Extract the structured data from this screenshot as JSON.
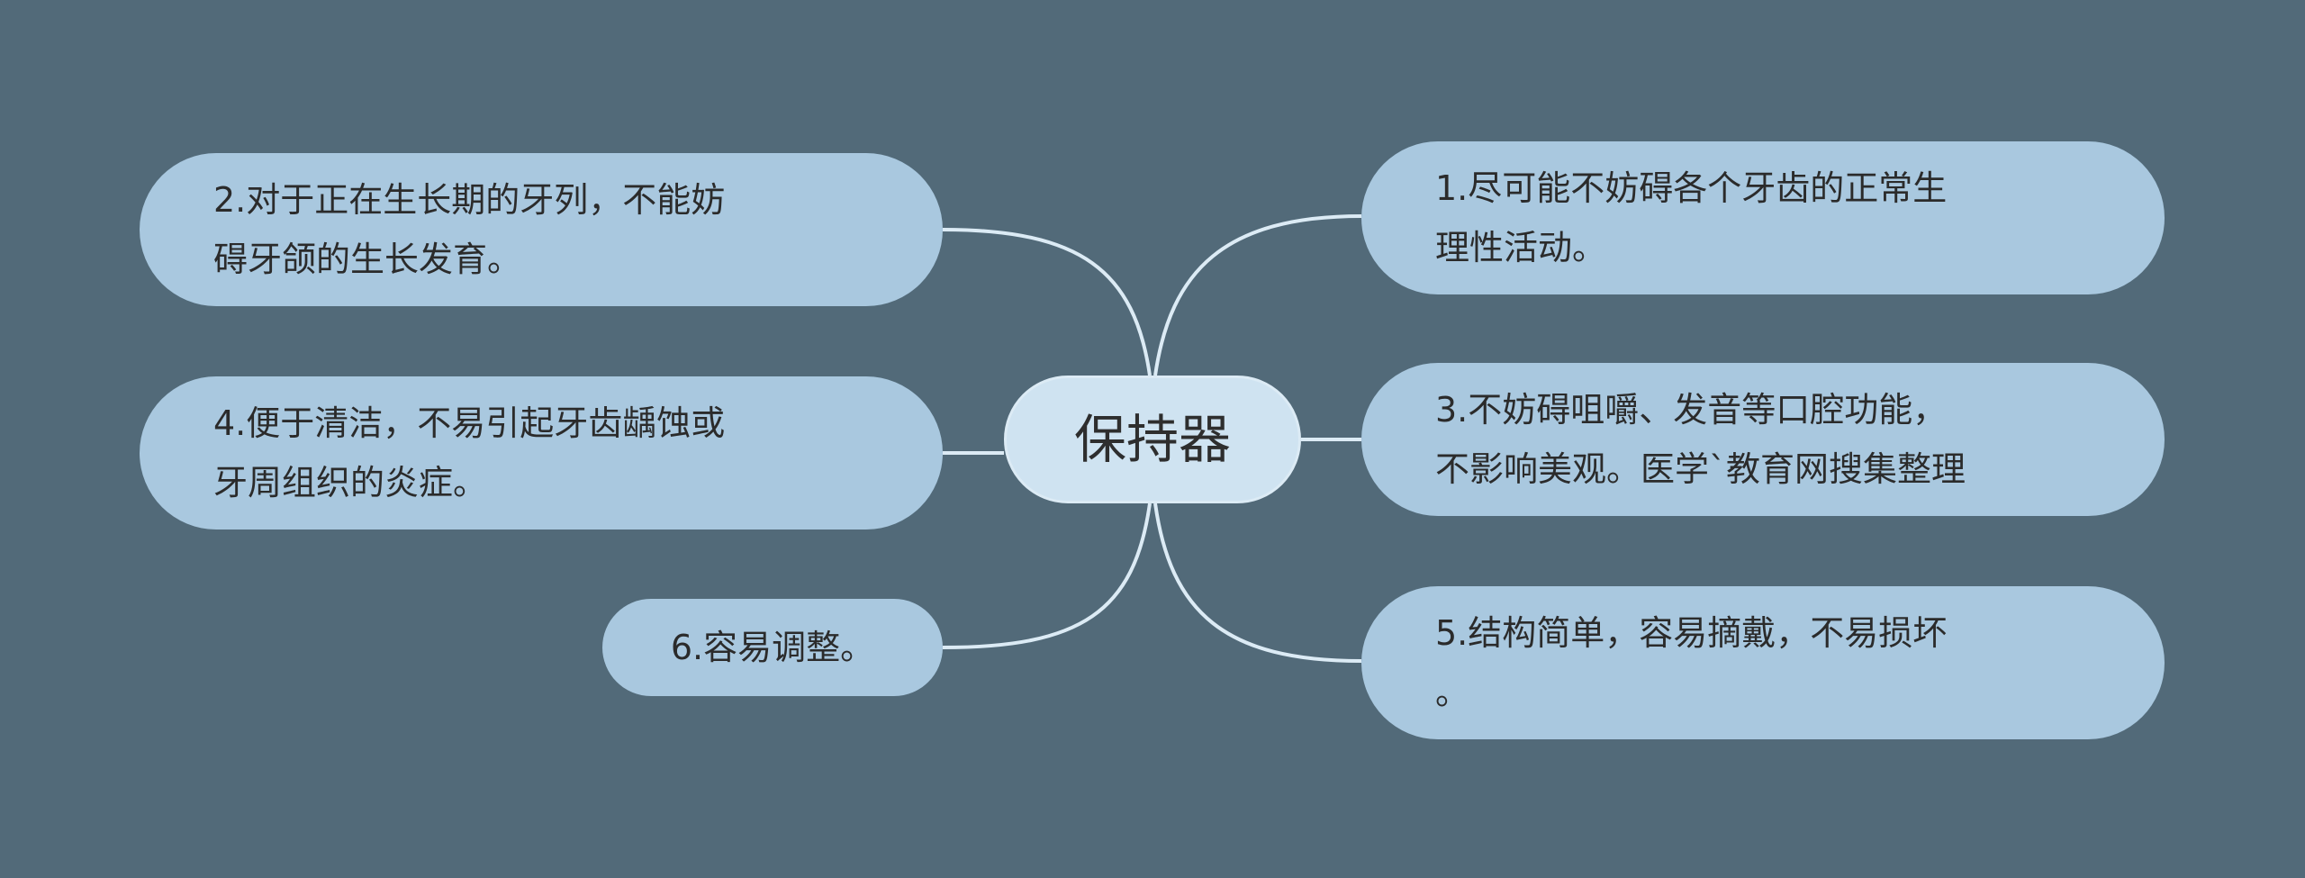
{
  "center": {
    "label": "保持器"
  },
  "nodes": {
    "n1": "1.尽可能不妨碍各个牙齿的正常生\n理性活动。",
    "n2": "2.对于正在生长期的牙列，不能妨\n碍牙颌的生长发育。",
    "n3": "3.不妨碍咀嚼、发音等口腔功能，\n不影响美观。医学`教育网搜集整理",
    "n4": "4.便于清洁，不易引起牙齿龋蚀或\n牙周组织的炎症。",
    "n5": "5.结构简单，容易摘戴，不易损坏\n。",
    "n6": "6.容易调整。"
  },
  "colors": {
    "background": "#526a79",
    "node_fill": "#a9c8df",
    "center_fill": "#cfe3f1",
    "connector": "#dcebf5"
  }
}
